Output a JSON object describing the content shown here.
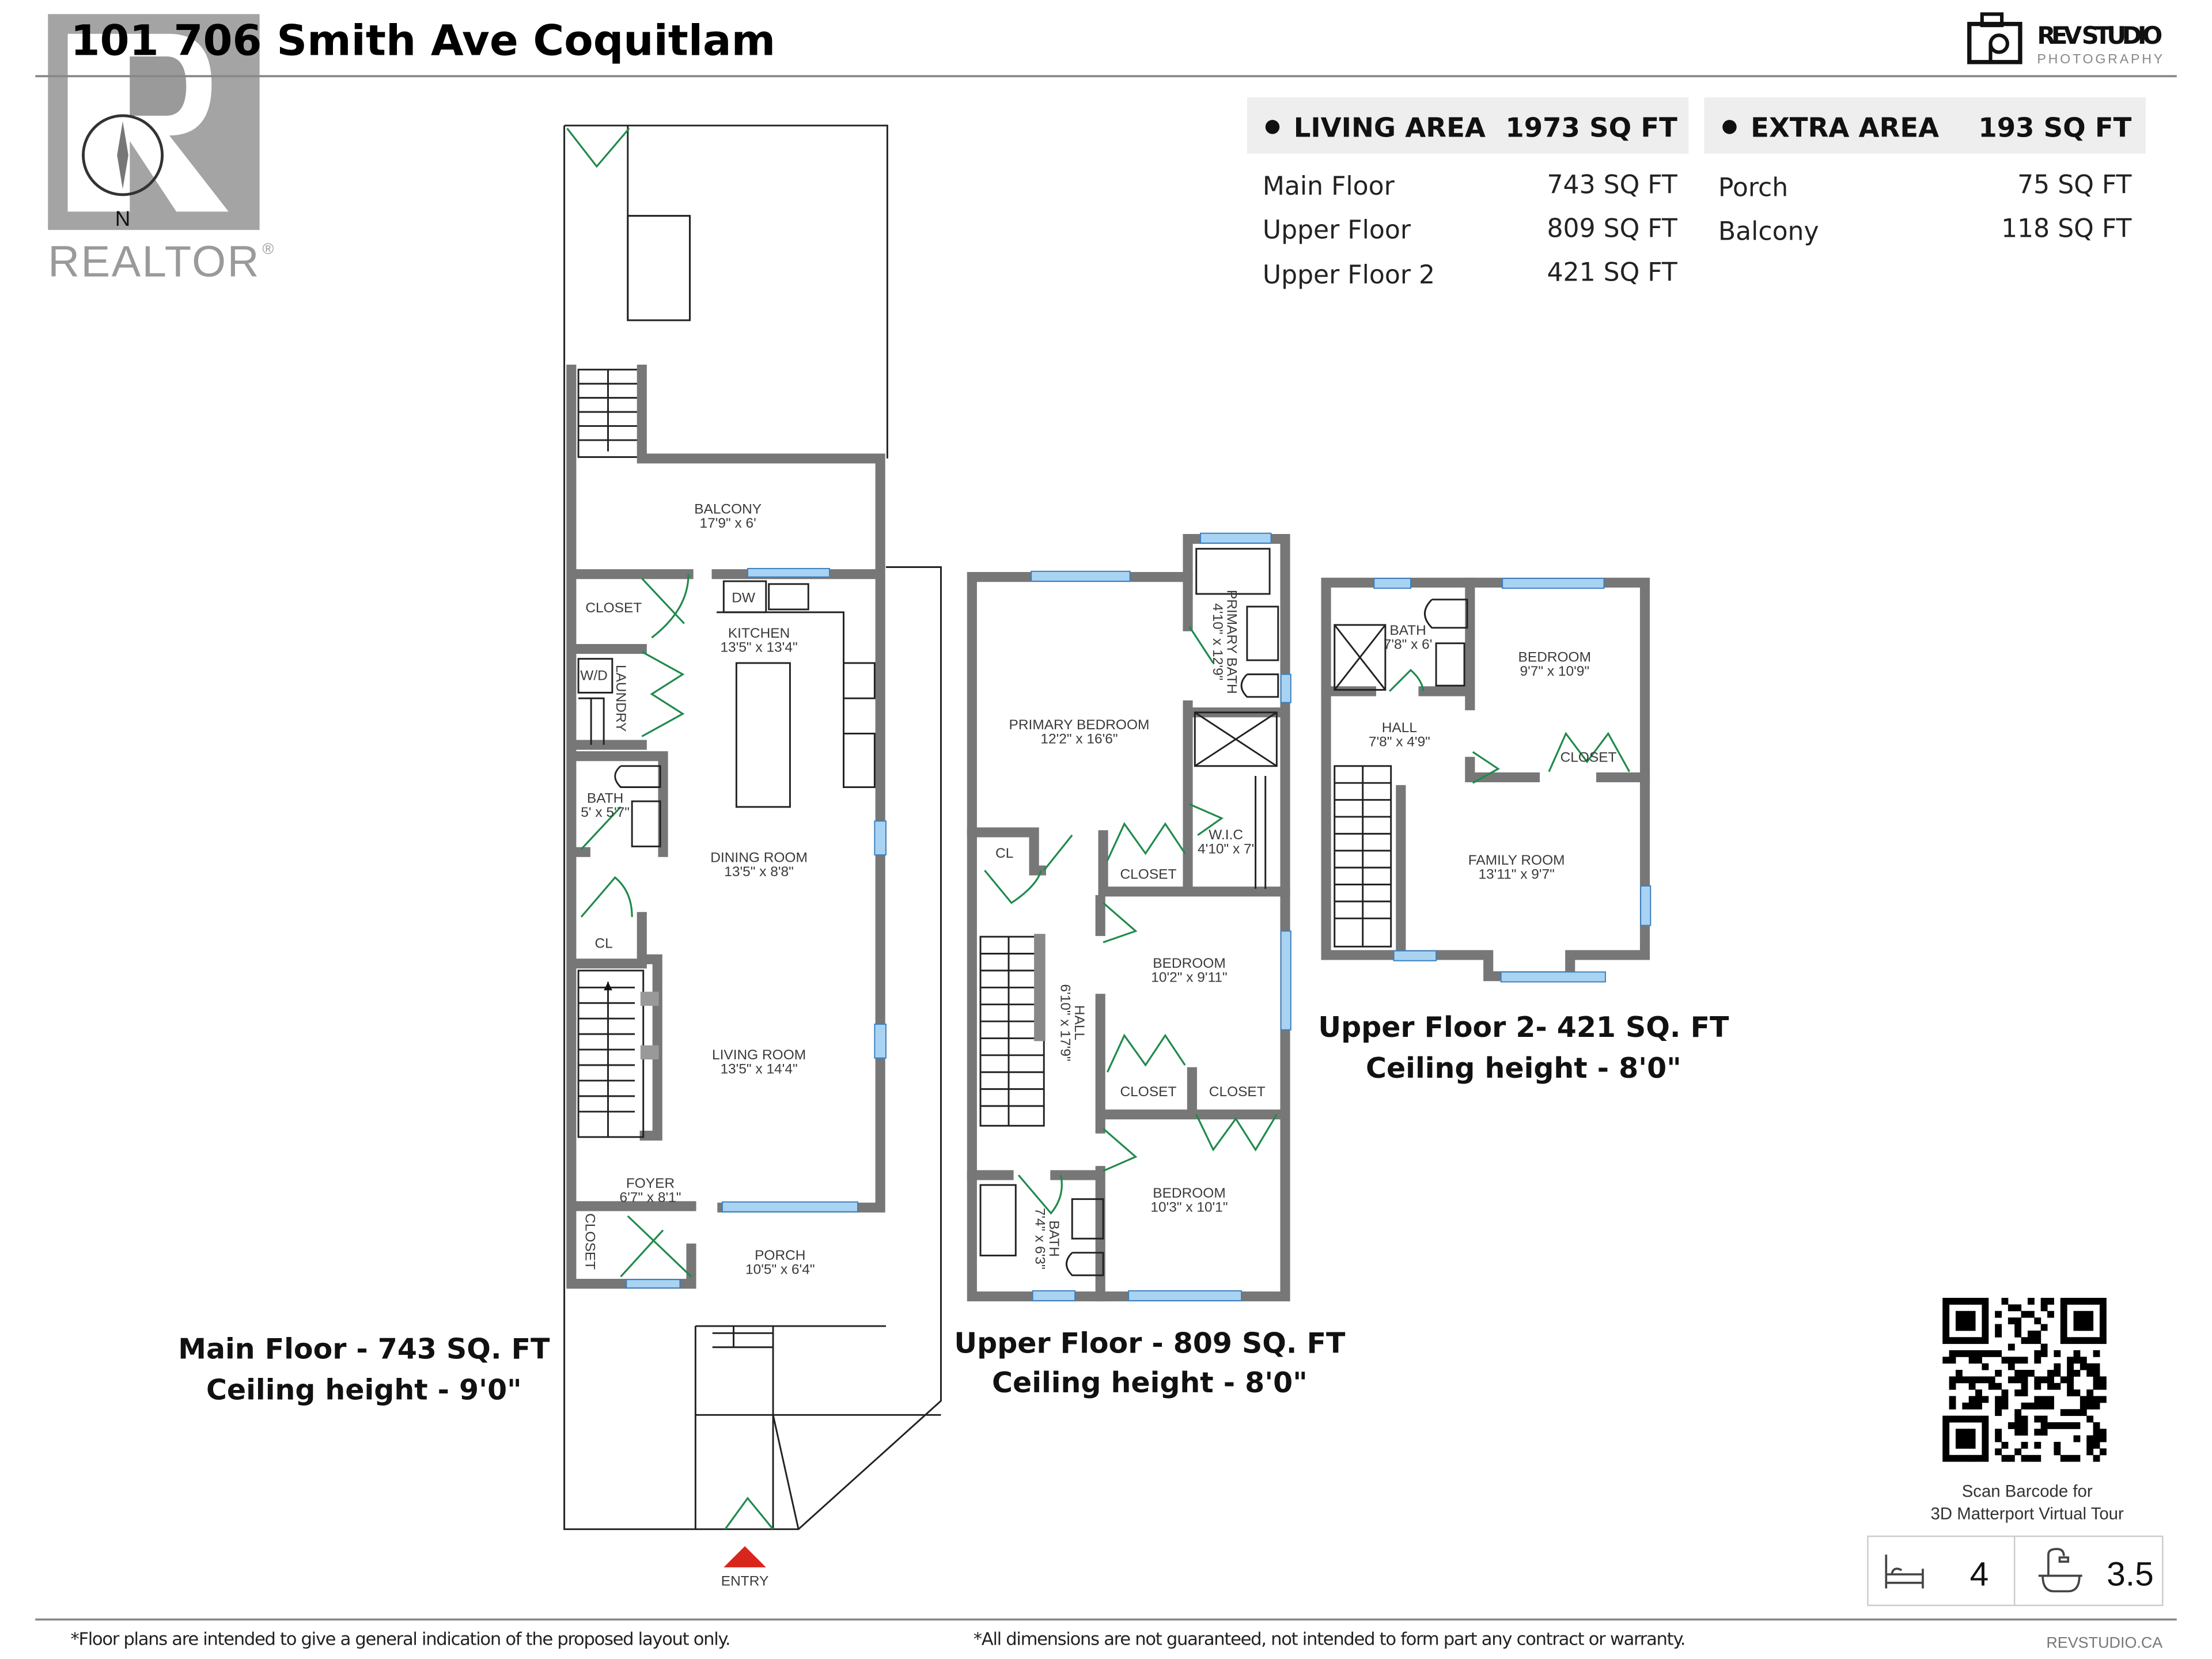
{
  "header": {
    "title": "101 706 Smith Ave Coquitlam",
    "realtor_logo": "REALTOR",
    "compass_label": "N",
    "studio_logo": {
      "name": "REV STUDIO",
      "sub": "PHOTOGRAPHY"
    }
  },
  "areas": {
    "living": {
      "label": "LIVING AREA",
      "total": "1973 SQ FT",
      "rows": [
        {
          "name": "Main Floor",
          "value": "743 SQ FT"
        },
        {
          "name": "Upper Floor",
          "value": "809 SQ FT"
        },
        {
          "name": "Upper Floor 2",
          "value": "421 SQ FT"
        }
      ]
    },
    "extra": {
      "label": "EXTRA AREA",
      "total": "193 SQ FT",
      "rows": [
        {
          "name": "Porch",
          "value": "75 SQ FT"
        },
        {
          "name": "Balcony",
          "value": "118 SQ FT"
        }
      ]
    }
  },
  "floors": {
    "main": {
      "caption": "Main Floor - 743 SQ. FT",
      "ceiling": "Ceiling height - 9'0\"",
      "rooms": [
        {
          "name": "BALCONY",
          "dims": "17'9\" x 6'"
        },
        {
          "name": "CLOSET",
          "dims": ""
        },
        {
          "name": "DW",
          "dims": ""
        },
        {
          "name": "KITCHEN",
          "dims": "13'5\" x 13'4\""
        },
        {
          "name": "W/D",
          "dims": ""
        },
        {
          "name": "LAUNDRY",
          "dims": ""
        },
        {
          "name": "BATH",
          "dims": "5' x 5'7\""
        },
        {
          "name": "DINING ROOM",
          "dims": "13'5\" x 8'8\""
        },
        {
          "name": "CL",
          "dims": ""
        },
        {
          "name": "LIVING ROOM",
          "dims": "13'5\" x 14'4\""
        },
        {
          "name": "FOYER",
          "dims": "6'7\" x 8'1\""
        },
        {
          "name": "CLOSET",
          "dims": ""
        },
        {
          "name": "PORCH",
          "dims": "10'5\" x 6'4\""
        }
      ],
      "entry": "ENTRY"
    },
    "upper": {
      "caption": "Upper Floor - 809 SQ. FT",
      "ceiling": "Ceiling height - 8'0\"",
      "rooms": [
        {
          "name": "PRIMARY BEDROOM",
          "dims": "12'2\" x 16'6\""
        },
        {
          "name": "PRIMARY BATH",
          "dims": "4'10\" x 12'9\""
        },
        {
          "name": "CL",
          "dims": ""
        },
        {
          "name": "CLOSET",
          "dims": ""
        },
        {
          "name": "W.I.C",
          "dims": "4'10\" x 7'"
        },
        {
          "name": "BEDROOM",
          "dims": "10'2\" x 9'11\""
        },
        {
          "name": "HALL",
          "dims": "6'10\" x 17'9\""
        },
        {
          "name": "CLOSET",
          "dims": ""
        },
        {
          "name": "CLOSET",
          "dims": ""
        },
        {
          "name": "BEDROOM",
          "dims": "10'3\" x 10'1\""
        },
        {
          "name": "BATH",
          "dims": "7'4\" x 6'3\""
        }
      ]
    },
    "upper2": {
      "caption": "Upper Floor 2- 421 SQ. FT",
      "ceiling": "Ceiling height - 8'0\"",
      "rooms": [
        {
          "name": "BATH",
          "dims": "7'8\" x 6'"
        },
        {
          "name": "BEDROOM",
          "dims": "9'7\" x 10'9\""
        },
        {
          "name": "HALL",
          "dims": "7'8\" x 4'9\""
        },
        {
          "name": "CLOSET",
          "dims": ""
        },
        {
          "name": "FAMILY ROOM",
          "dims": "13'11\" x 9'7\""
        }
      ]
    }
  },
  "qr": {
    "caption_line1": "Scan Barcode for",
    "caption_line2": "3D Matterport Virtual Tour"
  },
  "stats": {
    "bed_icon": "bed-icon",
    "bedrooms": "4",
    "bath_icon": "bathtub-icon",
    "bathrooms": "3.5"
  },
  "footer": {
    "disclaimer_left": "*Floor plans are intended to give a general indication of the proposed layout only.",
    "disclaimer_right": "*All dimensions are not guaranteed, not intended to form part any contract or warranty.",
    "website": "REVSTUDIO.CA"
  },
  "colors": {
    "wall": "#777777",
    "door": "#1f8a4c",
    "window": "#a9d3f2",
    "entry_arrow": "#d9261c",
    "header_bg": "#eeeeee"
  }
}
